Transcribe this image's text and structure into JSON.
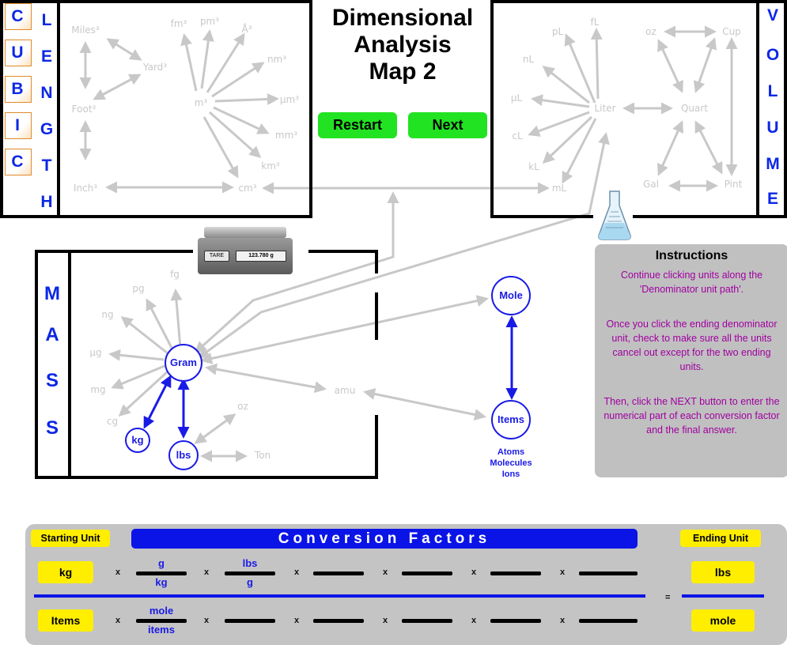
{
  "title": {
    "line1": "Dimensional",
    "line2": "Analysis",
    "line3": "Map 2"
  },
  "buttons": {
    "restart": "Restart",
    "next": "Next"
  },
  "sidebars": {
    "cubic": [
      "C",
      "U",
      "B",
      "I",
      "C"
    ],
    "length": [
      "L",
      "E",
      "N",
      "G",
      "T",
      "H"
    ],
    "volume": [
      "V",
      "O",
      "L",
      "U",
      "M",
      "E"
    ],
    "mass": [
      "M",
      "A",
      "S",
      "S"
    ]
  },
  "length_units": {
    "miles3": "Miles³",
    "yard3": "Yard³",
    "foot3": "Foot³",
    "inch3": "Inch³",
    "fm3": "fm³",
    "pm3": "pm³",
    "a3": "Å³",
    "nm3": "nm³",
    "um3": "µm³",
    "mm3": "mm³",
    "km3": "km³",
    "cm3": "cm³",
    "m3": "m³"
  },
  "volume_units": {
    "pL": "pL",
    "fL": "fL",
    "nL": "nL",
    "uL": "µL",
    "cL": "cL",
    "kL": "kL",
    "mL": "mL",
    "liter": "Liter",
    "oz": "oz",
    "cup": "Cup",
    "quart": "Quart",
    "gal": "Gal",
    "pint": "Pint"
  },
  "mass_units": {
    "pg": "pg",
    "fg": "fg",
    "ng": "ng",
    "ug": "µg",
    "mg": "mg",
    "cg": "cg",
    "gram": "Gram",
    "kg": "kg",
    "lbs": "lbs",
    "oz": "oz",
    "ton": "Ton",
    "amu": "amu"
  },
  "particles": {
    "mole": "Mole",
    "items": "Items",
    "sub1": "Atoms",
    "sub2": "Molecules",
    "sub3": "Ions"
  },
  "scale_display": {
    "tare": "TARE",
    "reading": "123.780 g"
  },
  "instructions": {
    "title": "Instructions",
    "p1": "Continue clicking units along the 'Denominator unit path'.",
    "p2": "Once you click the ending denominator unit, check to make sure all the units cancel out except for the two ending units.",
    "p3": "Then, click the NEXT button to enter the numerical part of each conversion factor and the final answer."
  },
  "conversion": {
    "starting_label": "Starting Unit",
    "header": "Conversion Factors",
    "ending_label": "Ending Unit",
    "times": "x",
    "equals": "=",
    "row1": {
      "start": "kg",
      "f1_num": "g",
      "f1_den": "kg",
      "f2_num": "lbs",
      "f2_den": "g",
      "end": "lbs"
    },
    "row2": {
      "start": "Items",
      "f1_num": "mole",
      "f1_den": "items",
      "end": "mole"
    }
  },
  "colors": {
    "accent_blue": "#0a14e6",
    "button_green": "#22e322",
    "highlight_yellow": "#ffee00",
    "instructions_text": "#a000a0",
    "inactive_unit": "#c8c8c8"
  }
}
